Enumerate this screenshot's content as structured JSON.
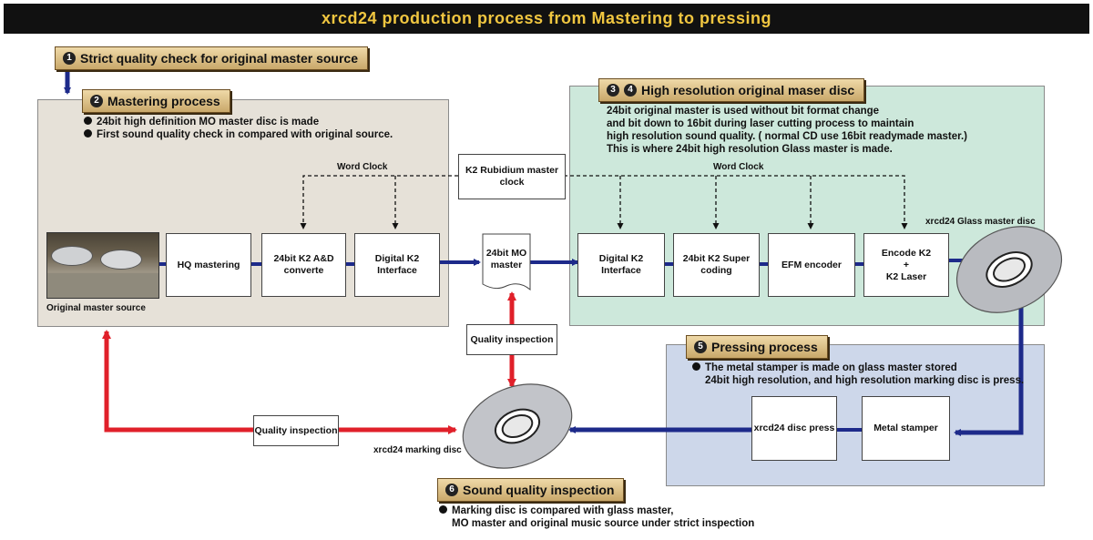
{
  "title": "xrcd24 production process from Mastering to pressing",
  "sections": {
    "s1": {
      "num": "1",
      "label": "Strict quality check for original master source"
    },
    "s2": {
      "num": "2",
      "label": "Mastering process",
      "bullets": [
        "24bit high definition MO master disc is made",
        "First sound quality check in compared with original source."
      ]
    },
    "s34": {
      "num_a": "3",
      "num_b": "4",
      "label": "High resolution original maser disc",
      "lines": [
        "24bit original master is used without bit format change",
        "and bit down to 16bit during laser cutting process to maintain",
        "high resolution sound quality. ( normal CD use 16bit readymade master.)",
        "This is where 24bit high resolution Glass master is made."
      ]
    },
    "s5": {
      "num": "5",
      "label": "Pressing process",
      "lines": [
        "The metal stamper is made on glass master stored",
        "24bit high resolution, and high resolution marking disc is press."
      ]
    },
    "s6": {
      "num": "6",
      "label": "Sound quality inspection",
      "lines": [
        "Marking disc is compared with glass master,",
        "MO master and original music source under strict inspection"
      ]
    }
  },
  "boxes": {
    "hq": "HQ mastering",
    "ad": "24bit K2 A&D converte",
    "dk2a": "Digital K2 Interface",
    "mo": "24bit MO master",
    "clock": "K2 Rubidium master clock",
    "dk2b": "Digital K2 Interface",
    "super": "24bit K2 Super coding",
    "efm": "EFM encoder",
    "encode_line1": "Encode K2",
    "encode_line2": "+",
    "encode_line3": "K2 Laser",
    "qi_mid": "Quality inspection",
    "qi_left": "Quality inspection",
    "press": "xrcd24 disc press",
    "stamper": "Metal stamper"
  },
  "labels": {
    "word_clock_left": "Word Clock",
    "word_clock_right": "Word Clock",
    "original_source": "Original master source",
    "glass_disc": "xrcd24 Glass master disc",
    "marking_disc": "xrcd24 marking disc"
  },
  "colors": {
    "flow": "#1d2a8a",
    "inspection": "#e0202a",
    "badge": "#d9bd83"
  }
}
